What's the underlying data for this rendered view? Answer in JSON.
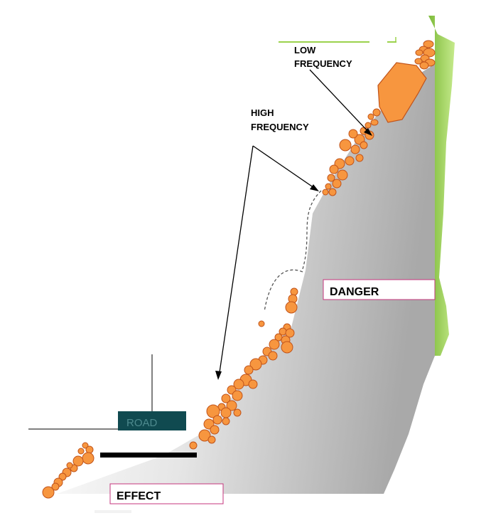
{
  "labels": {
    "low_frequency": [
      "LOW",
      "FREQUENCY"
    ],
    "high_frequency": [
      "HIGH",
      "FREQUENCY"
    ],
    "danger": "DANGER",
    "road": "ROAD",
    "effect": "EFFECT"
  },
  "colors": {
    "rock_fill": "#f7963f",
    "rock_stroke": "#c0531a",
    "vegetation": "#9bd24c",
    "slope_light": "#ffffff",
    "slope_dark": "#a9a9a9",
    "road_box": "#104a50",
    "road_text": "#4d8a8e",
    "label_border": "#c4367c",
    "road_line": "#000000"
  },
  "icons": {
    "rock": "orange-boulder-icon"
  }
}
